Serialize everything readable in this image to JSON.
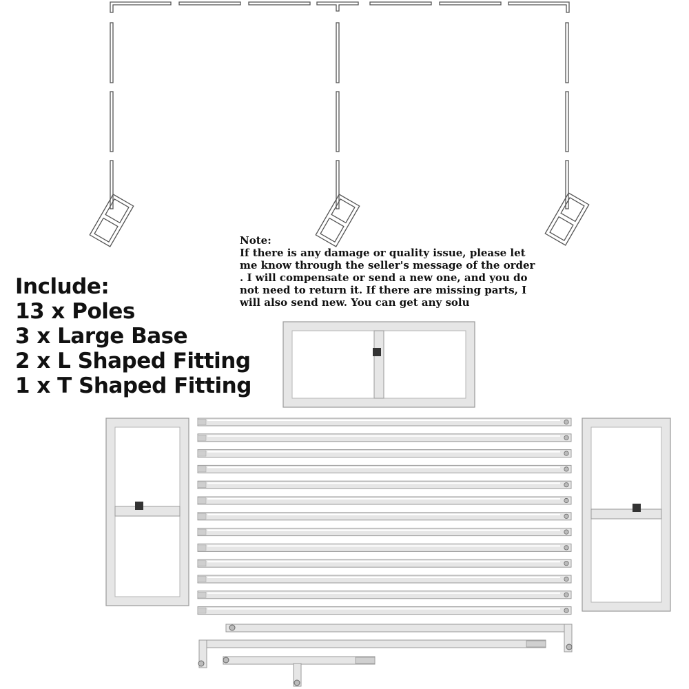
{
  "include": {
    "heading": "Include:",
    "items": [
      "13 x Poles",
      "3 x Large Base",
      "2 x L Shaped Fitting",
      "1 x T Shaped Fitting"
    ]
  },
  "note": {
    "heading": "Note:",
    "lines": [
      "If there is any damage or quality issue, please let",
      "me know through the seller's message of the order",
      ". I will compensate or send a new one, and you do",
      " not need to return it. If there are missing parts, I",
      " will also send new. You can get any solu"
    ]
  },
  "colors": {
    "outline": "#555555",
    "metal": "#e6e6e6",
    "metal_edge": "#9a9a9a",
    "text": "#111111"
  }
}
